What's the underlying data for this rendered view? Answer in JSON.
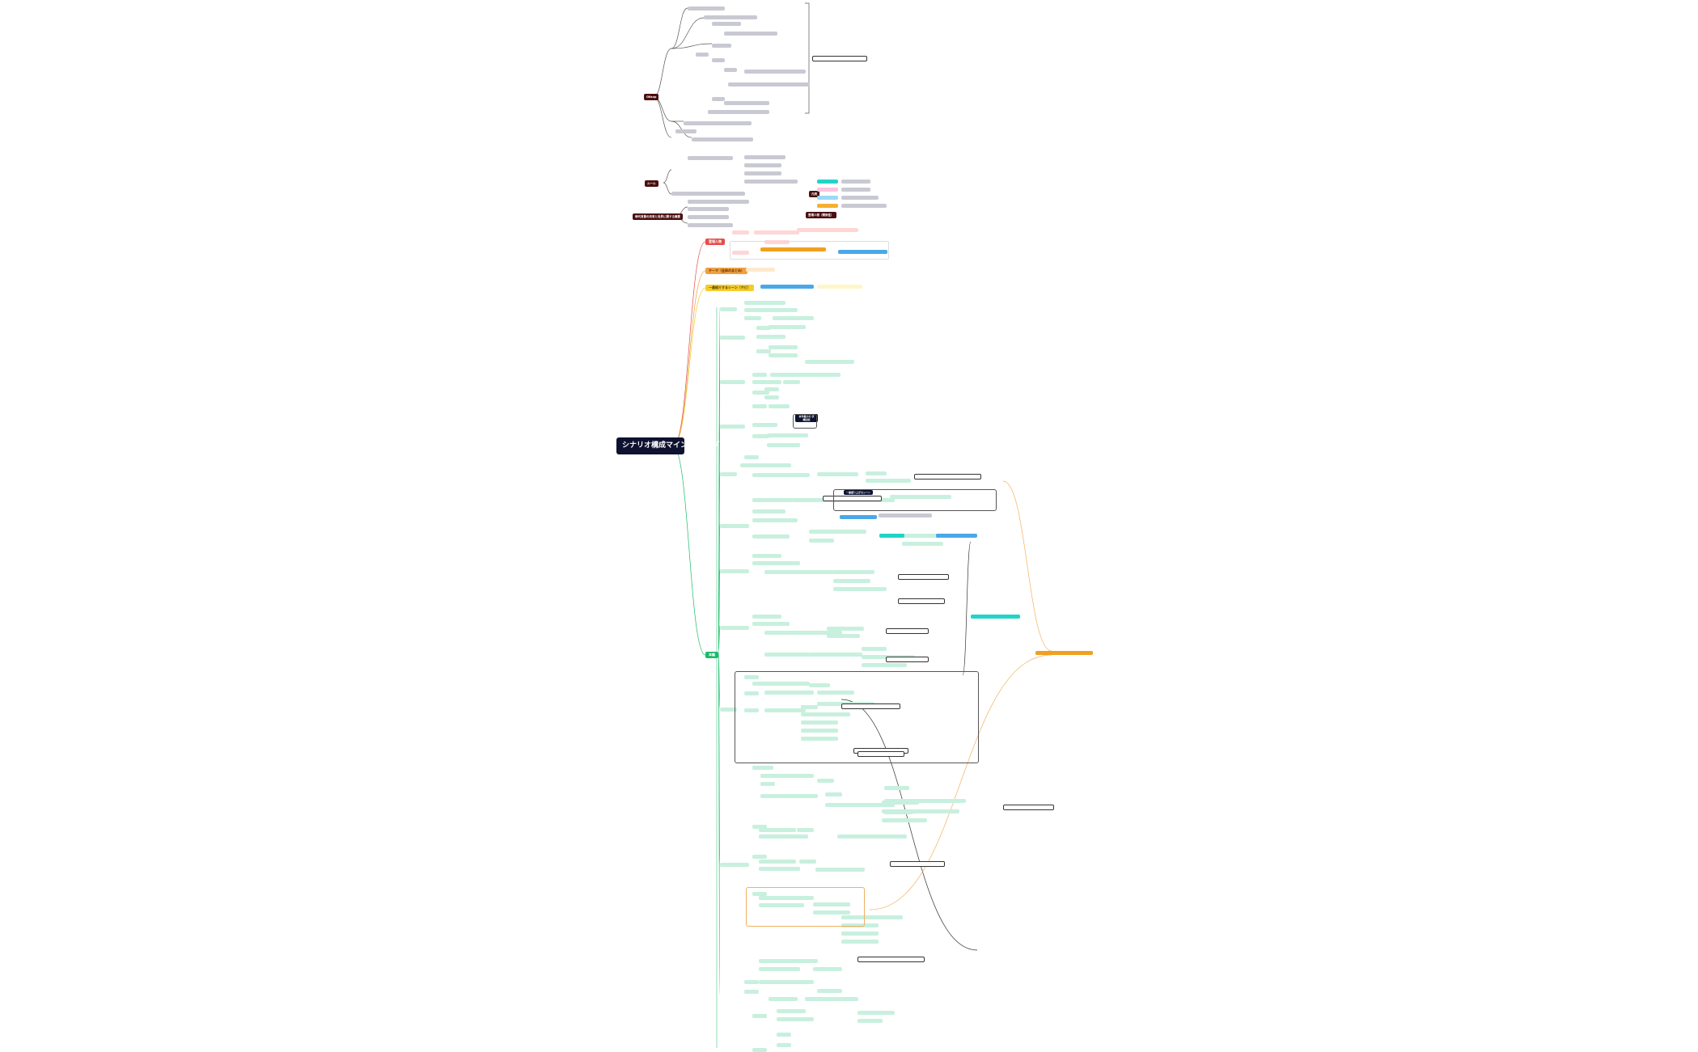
{
  "colors": {
    "root": "#0e1230",
    "branch_darkred": "#4a0f0f",
    "branch_red": "#e74c4c",
    "branch_orange": "#f0a040",
    "branch_yellow": "#f5cc2a",
    "branch_green": "#1abc6b",
    "leaf_grey": "#c9c9d3",
    "leaf_mint": "#c8f0de",
    "accent_cyan": "#22d4c8",
    "accent_blue": "#4aa8e8",
    "accent_amber": "#f0a020",
    "link_orange": "#f5b060",
    "link_black": "#333333"
  },
  "root": {
    "title": "シナリオ構成マインド マップ"
  },
  "branches": [
    {
      "id": "b-top",
      "label": "Обзор",
      "children": [
        "——",
        "——",
        "——"
      ]
    },
    {
      "id": "b-mid",
      "label": "ルール"
    },
    {
      "id": "b-low",
      "label": "時代背景の共有と世界に関する概要"
    },
    {
      "id": "b-red",
      "label": "登場人物"
    },
    {
      "id": "b-orange",
      "label": "テーマ（全体のまとめ）"
    },
    {
      "id": "b-yellow",
      "label": "一番紹介するシーン（サビ）"
    },
    {
      "id": "b-green",
      "label": "本編"
    }
  ],
  "legend": {
    "title": "凡例",
    "subtitle": "登場人物（関係性）"
  },
  "callouts": {
    "navy_a": "本作最大の 伏線回収",
    "navy_b": "一番盛り上がるシーン"
  }
}
